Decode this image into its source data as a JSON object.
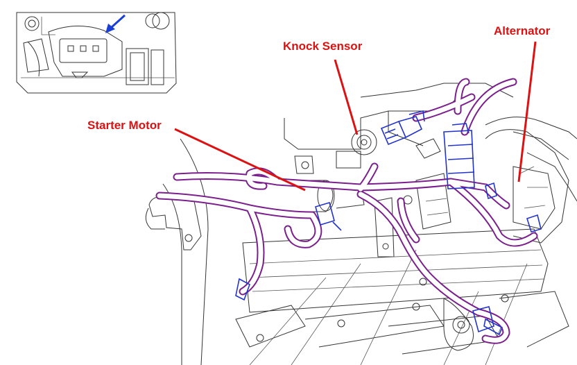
{
  "labels": {
    "knock_sensor": "Knock Sensor",
    "alternator": "Alternator",
    "starter_motor": "Starter Motor"
  },
  "colors": {
    "label_text": "#dd1111",
    "leader_line": "#dd1111",
    "harness": "#7a1f8c",
    "connector": "#2233cc",
    "inset_arrow": "#1a3fd6",
    "line_art": "#333333"
  }
}
